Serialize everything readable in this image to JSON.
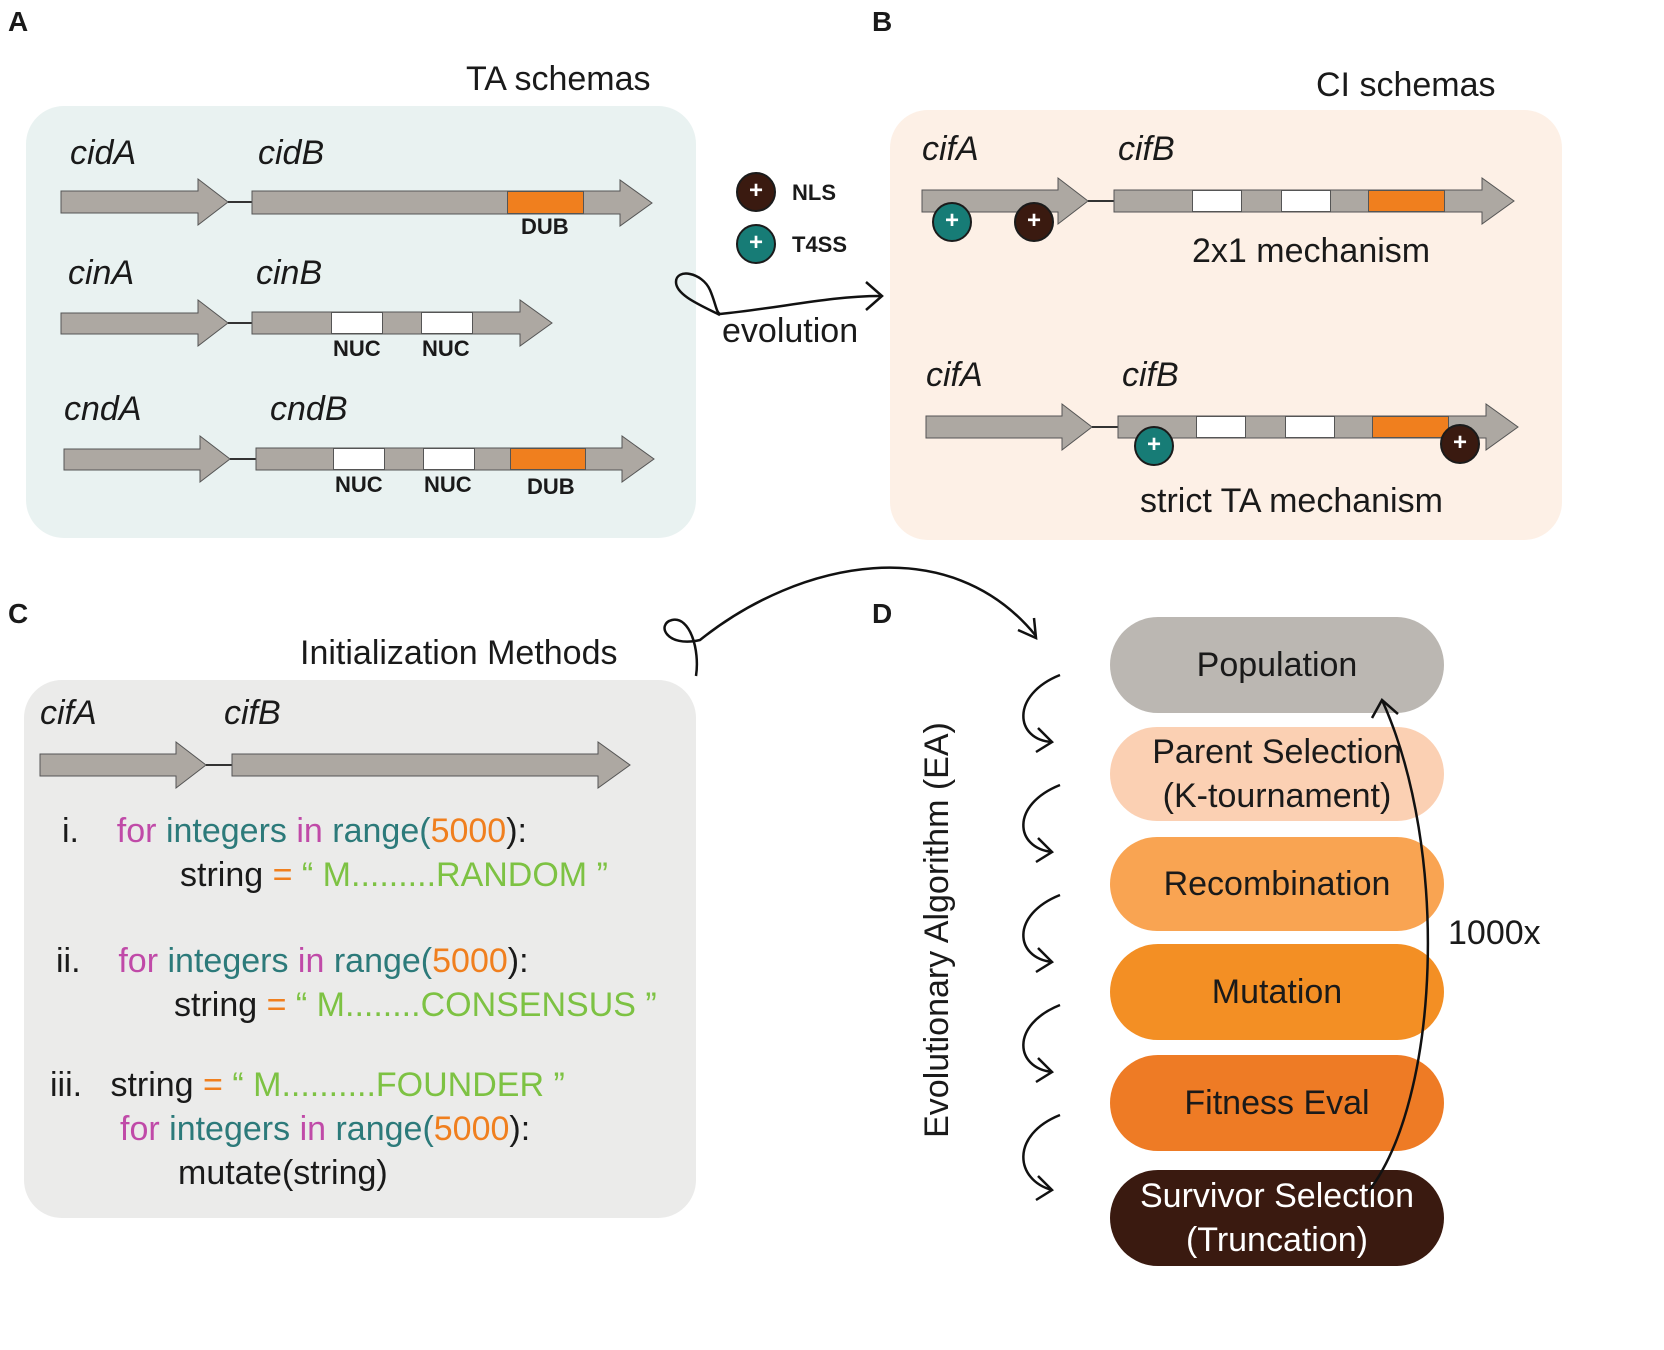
{
  "panels": {
    "a": "A",
    "b": "B",
    "c": "C",
    "d": "D"
  },
  "ta": {
    "title": "TA schemas",
    "genes": [
      "cidA",
      "cidB",
      "cinA",
      "cinB",
      "cndA",
      "cndB"
    ],
    "dub": "DUB",
    "nuc": "NUC"
  },
  "ci": {
    "title": "CI schemas",
    "geneA": "cifA",
    "geneB": "cifB",
    "mech1": "2x1 mechanism",
    "mech2": "strict TA mechanism"
  },
  "legend": {
    "plus": "+",
    "nls": "NLS",
    "t4ss": "T4SS"
  },
  "evolution": "evolution",
  "init": {
    "title": "Initialization Methods",
    "geneA": "cifA",
    "geneB": "cifB",
    "i": "i.",
    "ii": "ii.",
    "iii": "iii.",
    "for": "for",
    "integers": "integers",
    "in": "in",
    "range": "range(",
    "n": "5000",
    "close": "):",
    "string": "string",
    "eq": "=",
    "s1": "“ M.........RANDOM ”",
    "s2": "“ M........CONSENSUS ”",
    "s3": "“ M..........FOUNDER ”",
    "mutate": "mutate(string)"
  },
  "ea": {
    "axis": "Evolutionary Algorithm (EA)",
    "population": "Population",
    "parent1": "Parent Selection",
    "parent2": "(K-tournament)",
    "recomb": "Recombination",
    "mutation": "Mutation",
    "fitness": "Fitness Eval",
    "survivor1": "Survivor Selection",
    "survivor2": "(Truncation)",
    "loop": "1000x"
  },
  "colors": {
    "ta_bg": "#e9f2f1",
    "ci_bg": "#fdf0e6",
    "init_bg": "#ebebea",
    "gene": "#ada8a2",
    "dub": "#f07f1e",
    "nls": "#3a1a10",
    "t4ss": "#177c76",
    "pop": "#bbb7b2",
    "parent": "#fbd0b3",
    "recomb": "#f9a452",
    "mutation": "#f38f24",
    "fitness": "#ee7b25",
    "survivor": "#3a1a10"
  }
}
